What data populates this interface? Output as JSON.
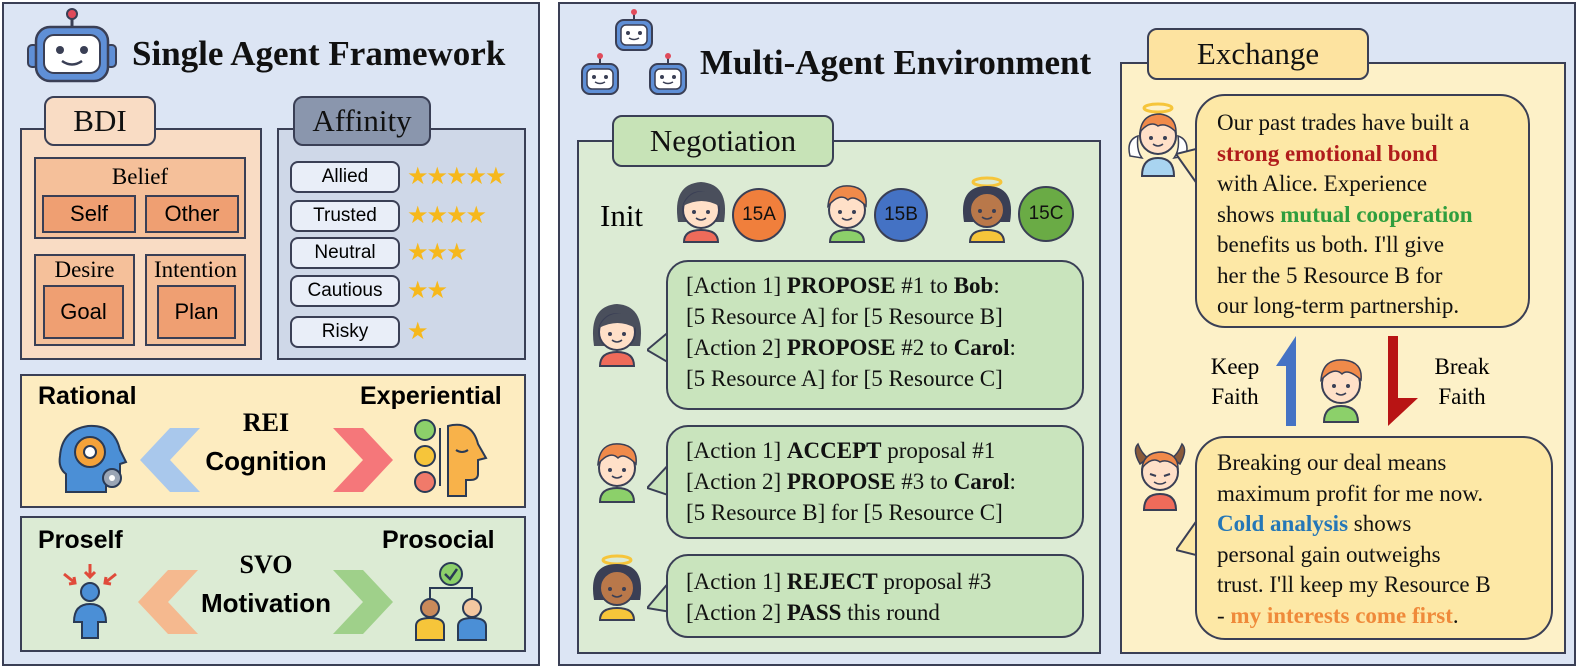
{
  "single": {
    "title": "Single Agent Framework",
    "bdi": {
      "tab": "BDI",
      "belief": {
        "label": "Belief",
        "items": [
          "Self",
          "Other"
        ]
      },
      "desire": {
        "label": "Desire",
        "item": "Goal"
      },
      "intention": {
        "label": "Intention",
        "item": "Plan"
      }
    },
    "affinity": {
      "tab": "Affinity",
      "levels": [
        {
          "label": "Allied",
          "stars": 5
        },
        {
          "label": "Trusted",
          "stars": 4
        },
        {
          "label": "Neutral",
          "stars": 3
        },
        {
          "label": "Cautious",
          "stars": 2
        },
        {
          "label": "Risky",
          "stars": 1
        }
      ]
    },
    "rei": {
      "left": "Rational",
      "right": "Experiential",
      "center_line1": "REI",
      "center_line2": "Cognition"
    },
    "svo": {
      "left": "Proself",
      "right": "Prosocial",
      "center_line1": "SVO",
      "center_line2": "Motivation"
    }
  },
  "multi": {
    "title": "Multi-Agent Environment",
    "negotiation": {
      "tab": "Negotiation",
      "init_label": "Init",
      "agents": [
        {
          "tag": "15A",
          "color": "#f07f3c"
        },
        {
          "tag": "15B",
          "color": "#4472c4"
        },
        {
          "tag": "15C",
          "color": "#6aab45"
        }
      ],
      "messages": [
        {
          "l1_pre": "[Action 1] ",
          "l1_bold": "PROPOSE",
          "l1_mid": " #1 to ",
          "l1_bold2": "Bob",
          "l1_end": ":",
          "l2": "[5 Resource A] for [5 Resource B]",
          "l3_pre": "[Action 2] ",
          "l3_bold": "PROPOSE",
          "l3_mid": " #2 to ",
          "l3_bold2": "Carol",
          "l3_end": ":",
          "l4": "[5 Resource A] for [5 Resource C]"
        },
        {
          "l1_pre": "[Action 1] ",
          "l1_bold": "ACCEPT",
          "l1_mid": " proposal #1",
          "l2_pre": "[Action 2] ",
          "l2_bold": "PROPOSE",
          "l2_mid": " #3 to ",
          "l2_bold2": "Carol",
          "l2_end": ":",
          "l3": "[5 Resource B] for [5 Resource C]"
        },
        {
          "l1_pre": "[Action 1] ",
          "l1_bold": "REJECT",
          "l1_mid": " proposal #3",
          "l2_pre": "[Action 2] ",
          "l2_bold": "PASS",
          "l2_mid": " this round"
        }
      ]
    },
    "exchange": {
      "tab": "Exchange",
      "angel": {
        "t1": "Our past trades have built a",
        "h1": "strong emotional bond",
        "t2": "with Alice. Experience",
        "t3": "shows ",
        "h2": "mutual cooperation",
        "t4": "benefits us both. I'll give",
        "t5": "her the 5 Resource B for",
        "t6": "our long-term partnership."
      },
      "keep_line1": "Keep",
      "keep_line2": "Faith",
      "break_line1": "Break",
      "break_line2": "Faith",
      "devil": {
        "t1": "Breaking our deal means",
        "t2": "maximum profit for me now.",
        "h1": "Cold analysis",
        "t3": " shows",
        "t4": "personal gain outweighs",
        "t5": "trust. I'll keep my Resource B",
        "t6": "- ",
        "h2": "my interests come first",
        "t7": "."
      }
    }
  },
  "colors": {
    "panel_bg": "#dce5f4",
    "bdi_bg": "#f9dcc4",
    "rei_bg": "#fdecc0",
    "svo_bg": "#dcebd4",
    "negotiation_bg": "#dcebd4",
    "exchange_bg": "#fdf1c8",
    "strong_bond": "#b01c1c",
    "mutual_coop": "#2f9e3e",
    "cold_analysis": "#2577b7",
    "my_interests": "#ef8a3a",
    "keep_arrow": "#4573c4",
    "break_arrow": "#b81414"
  }
}
